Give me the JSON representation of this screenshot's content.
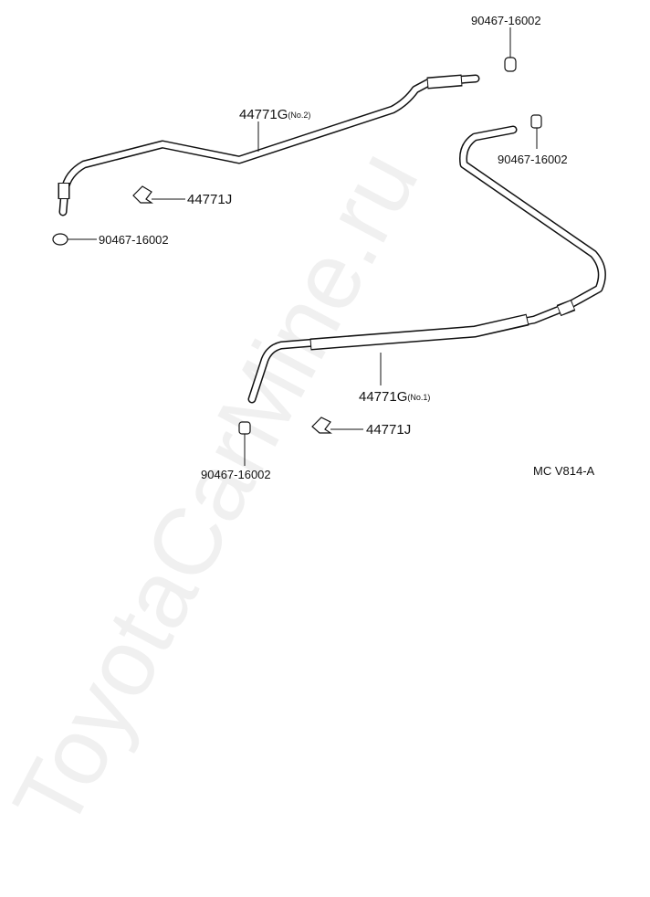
{
  "watermark": "ToyotaCarMine.ru",
  "figure_code": "MC V814-A",
  "parts": {
    "pipe_no2": {
      "number": "44771G",
      "suffix": "(No.2)"
    },
    "pipe_no1": {
      "number": "44771G",
      "suffix": "(No.1)"
    },
    "clamp_upper": "44771J",
    "clamp_lower": "44771J",
    "clip_top": "90467-16002",
    "clip_right": "90467-16002",
    "clip_left": "90467-16002",
    "clip_bottom": "90467-16002"
  }
}
